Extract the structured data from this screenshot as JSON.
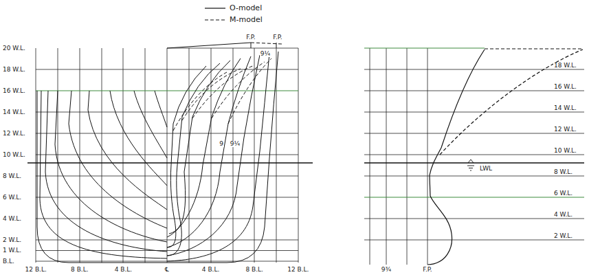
{
  "diagram": {
    "labels": [
      "20 W.L.",
      "18 W.L.",
      "16 W.L.",
      "14 W.L.",
      "12 W.L.",
      "10 W.L.",
      "8 W.L.",
      "6 W.L.",
      "4 W.L.",
      "2 W.L.",
      "1 W.L.",
      "B.L.",
      "12 B.L.",
      "8 B.L.",
      "4 B.L.",
      "℄",
      "4 B.L.",
      "8 B.L.",
      "12 B.L.",
      "F.P.",
      "F.P.",
      "9¹⁄₄",
      "9",
      "9¹⁄₄",
      "18 W.L.",
      "16 W.L.",
      "14 W.L.",
      "12 W.L.",
      "10 W.L.",
      "LWL",
      "8 W.L.",
      "6 W.L.",
      "4 W.L.",
      "2 W.L.",
      "9³⁄₄",
      "F.P."
    ],
    "legend": [
      {
        "text": "O-model"
      },
      {
        "text": "M-model"
      }
    ]
  }
}
